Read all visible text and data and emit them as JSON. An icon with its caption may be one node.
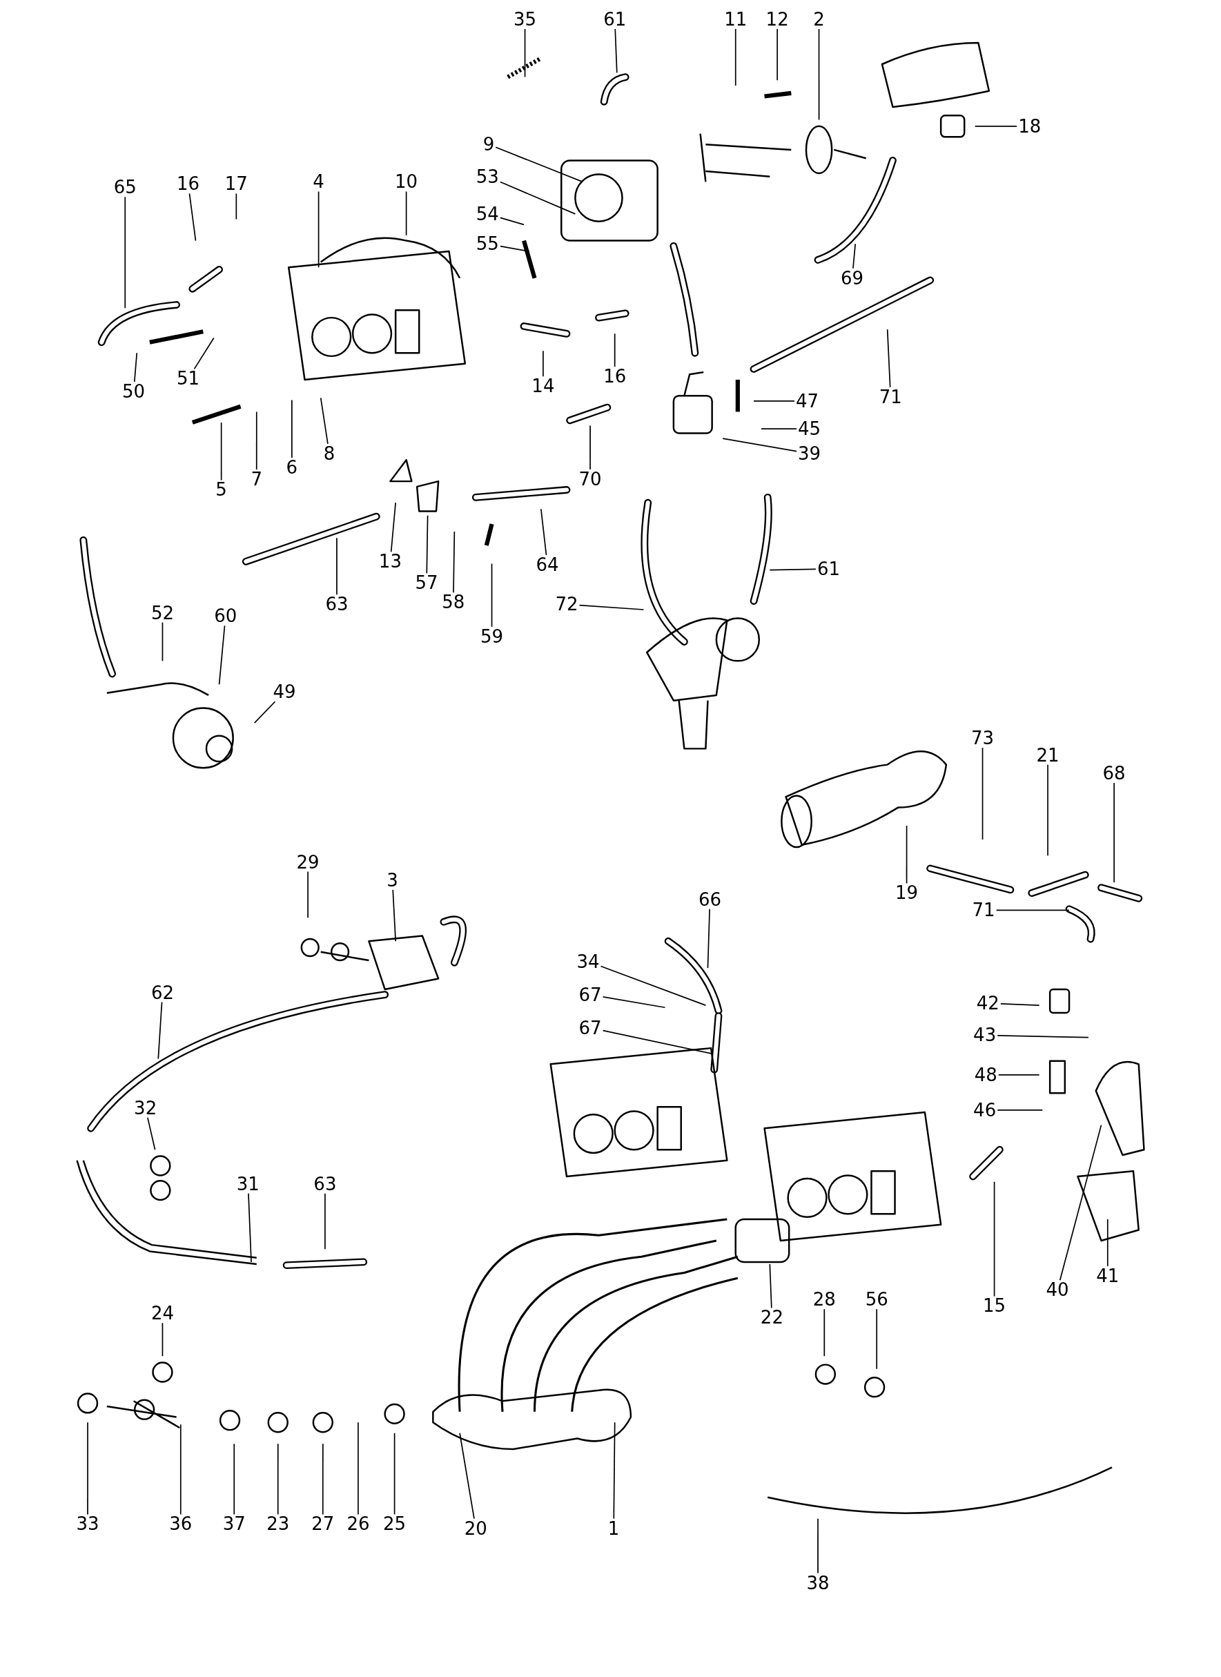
{
  "diagram": {
    "nodes": [
      {
        "text": [
          "35"
        ]
      },
      {
        "text": [
          "61"
        ]
      },
      {
        "text": [
          "11"
        ]
      },
      {
        "text": [
          "12"
        ]
      },
      {
        "text": [
          "2"
        ]
      },
      {
        "text": [
          "18"
        ]
      },
      {
        "text": [
          "9"
        ]
      },
      {
        "text": [
          "53"
        ]
      },
      {
        "text": [
          "54"
        ]
      },
      {
        "text": [
          "55"
        ]
      },
      {
        "text": [
          "65"
        ]
      },
      {
        "text": [
          "16"
        ]
      },
      {
        "text": [
          "17"
        ]
      },
      {
        "text": [
          "4"
        ]
      },
      {
        "text": [
          "10"
        ]
      },
      {
        "text": [
          "50"
        ]
      },
      {
        "text": [
          "51"
        ]
      },
      {
        "text": [
          "5"
        ]
      },
      {
        "text": [
          "7"
        ]
      },
      {
        "text": [
          "6"
        ]
      },
      {
        "text": [
          "8"
        ]
      },
      {
        "text": [
          "14"
        ]
      },
      {
        "text": [
          "16"
        ]
      },
      {
        "text": [
          "47"
        ]
      },
      {
        "text": [
          "45"
        ]
      },
      {
        "text": [
          "39"
        ]
      },
      {
        "text": [
          "69"
        ]
      },
      {
        "text": [
          "71"
        ]
      },
      {
        "text": [
          "70"
        ]
      },
      {
        "text": [
          "13"
        ]
      },
      {
        "text": [
          "57"
        ]
      },
      {
        "text": [
          "58"
        ]
      },
      {
        "text": [
          "59"
        ]
      },
      {
        "text": [
          "64"
        ]
      },
      {
        "text": [
          "63"
        ]
      },
      {
        "text": [
          "72"
        ]
      },
      {
        "text": [
          "61"
        ]
      },
      {
        "text": [
          "52"
        ]
      },
      {
        "text": [
          "60"
        ]
      },
      {
        "text": [
          "49"
        ]
      },
      {
        "text": [
          "73"
        ]
      },
      {
        "text": [
          "21"
        ]
      },
      {
        "text": [
          "68"
        ]
      },
      {
        "text": [
          "19"
        ]
      },
      {
        "text": [
          "71"
        ]
      },
      {
        "text": [
          "29"
        ]
      },
      {
        "text": [
          "3"
        ]
      },
      {
        "text": [
          "66"
        ]
      },
      {
        "text": [
          "34"
        ]
      },
      {
        "text": [
          "67"
        ]
      },
      {
        "text": [
          "67"
        ]
      },
      {
        "text": [
          "62"
        ]
      },
      {
        "text": [
          "42"
        ]
      },
      {
        "text": [
          "43"
        ]
      },
      {
        "text": [
          "48"
        ]
      },
      {
        "text": [
          "46"
        ]
      },
      {
        "text": [
          "40"
        ]
      },
      {
        "text": [
          "41"
        ]
      },
      {
        "text": [
          "15"
        ]
      },
      {
        "text": [
          "32"
        ]
      },
      {
        "text": [
          "31"
        ]
      },
      {
        "text": [
          "63"
        ]
      },
      {
        "text": [
          "22"
        ]
      },
      {
        "text": [
          "28"
        ]
      },
      {
        "text": [
          "56"
        ]
      },
      {
        "text": [
          "24"
        ]
      },
      {
        "text": [
          "33"
        ]
      },
      {
        "text": [
          "36"
        ]
      },
      {
        "text": [
          "37"
        ]
      },
      {
        "text": [
          "23"
        ]
      },
      {
        "text": [
          "27"
        ]
      },
      {
        "text": [
          "26"
        ]
      },
      {
        "text": [
          "25"
        ]
      },
      {
        "text": [
          "20"
        ]
      },
      {
        "text": [
          "1"
        ]
      },
      {
        "text": [
          "38"
        ]
      }
    ],
    "edges": [
      {
        "from": 0,
        "to": null,
        "arrow": "none"
      },
      {
        "from": 1,
        "to": null,
        "arrow": "none"
      },
      {
        "from": 2,
        "to": null,
        "arrow": "none"
      },
      {
        "from": 3,
        "to": null,
        "arrow": "none"
      },
      {
        "from": 4,
        "to": null,
        "arrow": "none"
      },
      {
        "from": 5,
        "to": null,
        "arrow": "none"
      },
      {
        "from": 6,
        "to": null,
        "arrow": "none"
      },
      {
        "from": 7,
        "to": null,
        "arrow": "none"
      },
      {
        "from": 8,
        "to": null,
        "arrow": "none"
      },
      {
        "from": 9,
        "to": null,
        "arrow": "none"
      },
      {
        "from": 10,
        "to": null,
        "arrow": "none"
      },
      {
        "from": 11,
        "to": null,
        "arrow": "none"
      },
      {
        "from": 12,
        "to": null,
        "arrow": "none"
      },
      {
        "from": 13,
        "to": null,
        "arrow": "none"
      },
      {
        "from": 14,
        "to": null,
        "arrow": "none"
      },
      {
        "from": 15,
        "to": null,
        "arrow": "none"
      },
      {
        "from": 16,
        "to": null,
        "arrow": "none"
      },
      {
        "from": 17,
        "to": null,
        "arrow": "none"
      },
      {
        "from": 18,
        "to": null,
        "arrow": "none"
      },
      {
        "from": 19,
        "to": null,
        "arrow": "none"
      },
      {
        "from": 20,
        "to": null,
        "arrow": "none"
      },
      {
        "from": 21,
        "to": null,
        "arrow": "none"
      },
      {
        "from": 22,
        "to": null,
        "arrow": "none"
      },
      {
        "from": 23,
        "to": null,
        "arrow": "none"
      },
      {
        "from": 24,
        "to": null,
        "arrow": "none"
      },
      {
        "from": 25,
        "to": null,
        "arrow": "none"
      },
      {
        "from": 26,
        "to": null,
        "arrow": "none"
      },
      {
        "from": 27,
        "to": null,
        "arrow": "none"
      },
      {
        "from": 28,
        "to": null,
        "arrow": "none"
      },
      {
        "from": 29,
        "to": null,
        "arrow": "none"
      },
      {
        "from": 30,
        "to": null,
        "arrow": "none"
      },
      {
        "from": 31,
        "to": null,
        "arrow": "none"
      },
      {
        "from": 32,
        "to": null,
        "arrow": "none"
      },
      {
        "from": 33,
        "to": null,
        "arrow": "none"
      },
      {
        "from": 34,
        "to": null,
        "arrow": "none"
      },
      {
        "from": 35,
        "to": null,
        "arrow": "none"
      },
      {
        "from": 36,
        "to": null,
        "arrow": "none"
      },
      {
        "from": 37,
        "to": null,
        "arrow": "none"
      },
      {
        "from": 38,
        "to": null,
        "arrow": "none"
      },
      {
        "from": 39,
        "to": null,
        "arrow": "none"
      },
      {
        "from": 40,
        "to": null,
        "arrow": "none"
      },
      {
        "from": 41,
        "to": null,
        "arrow": "none"
      },
      {
        "from": 42,
        "to": null,
        "arrow": "none"
      },
      {
        "from": 43,
        "to": null,
        "arrow": "none"
      },
      {
        "from": 44,
        "to": null,
        "arrow": "none"
      },
      {
        "from": 45,
        "to": null,
        "arrow": "none"
      },
      {
        "from": 46,
        "to": null,
        "arrow": "none"
      },
      {
        "from": 47,
        "to": null,
        "arrow": "none"
      },
      {
        "from": 48,
        "to": null,
        "arrow": "none"
      },
      {
        "from": 49,
        "to": null,
        "arrow": "none"
      },
      {
        "from": 50,
        "to": null,
        "arrow": "none"
      },
      {
        "from": 51,
        "to": null,
        "arrow": "none"
      },
      {
        "from": 52,
        "to": null,
        "arrow": "none"
      },
      {
        "from": 53,
        "to": null,
        "arrow": "none"
      },
      {
        "from": 54,
        "to": null,
        "arrow": "none"
      },
      {
        "from": 55,
        "to": null,
        "arrow": "none"
      },
      {
        "from": 56,
        "to": null,
        "arrow": "none"
      },
      {
        "from": 57,
        "to": null,
        "arrow": "none"
      },
      {
        "from": 58,
        "to": null,
        "arrow": "none"
      },
      {
        "from": 59,
        "to": null,
        "arrow": "none"
      },
      {
        "from": 60,
        "to": null,
        "arrow": "none"
      },
      {
        "from": 61,
        "to": null,
        "arrow": "none"
      },
      {
        "from": 62,
        "to": null,
        "arrow": "none"
      },
      {
        "from": 63,
        "to": null,
        "arrow": "none"
      },
      {
        "from": 64,
        "to": null,
        "arrow": "none"
      },
      {
        "from": 65,
        "to": null,
        "arrow": "none"
      },
      {
        "from": 66,
        "to": null,
        "arrow": "none"
      },
      {
        "from": 67,
        "to": null,
        "arrow": "none"
      },
      {
        "from": 68,
        "to": null,
        "arrow": "none"
      },
      {
        "from": 69,
        "to": null,
        "arrow": "none"
      },
      {
        "from": 70,
        "to": null,
        "arrow": "none"
      },
      {
        "from": 71,
        "to": null,
        "arrow": "none"
      },
      {
        "from": 72,
        "to": null,
        "arrow": "none"
      },
      {
        "from": 73,
        "to": null,
        "arrow": "none"
      },
      {
        "from": 74,
        "to": null,
        "arrow": "none"
      },
      {
        "from": 75,
        "to": null,
        "arrow": "none"
      }
    ]
  }
}
